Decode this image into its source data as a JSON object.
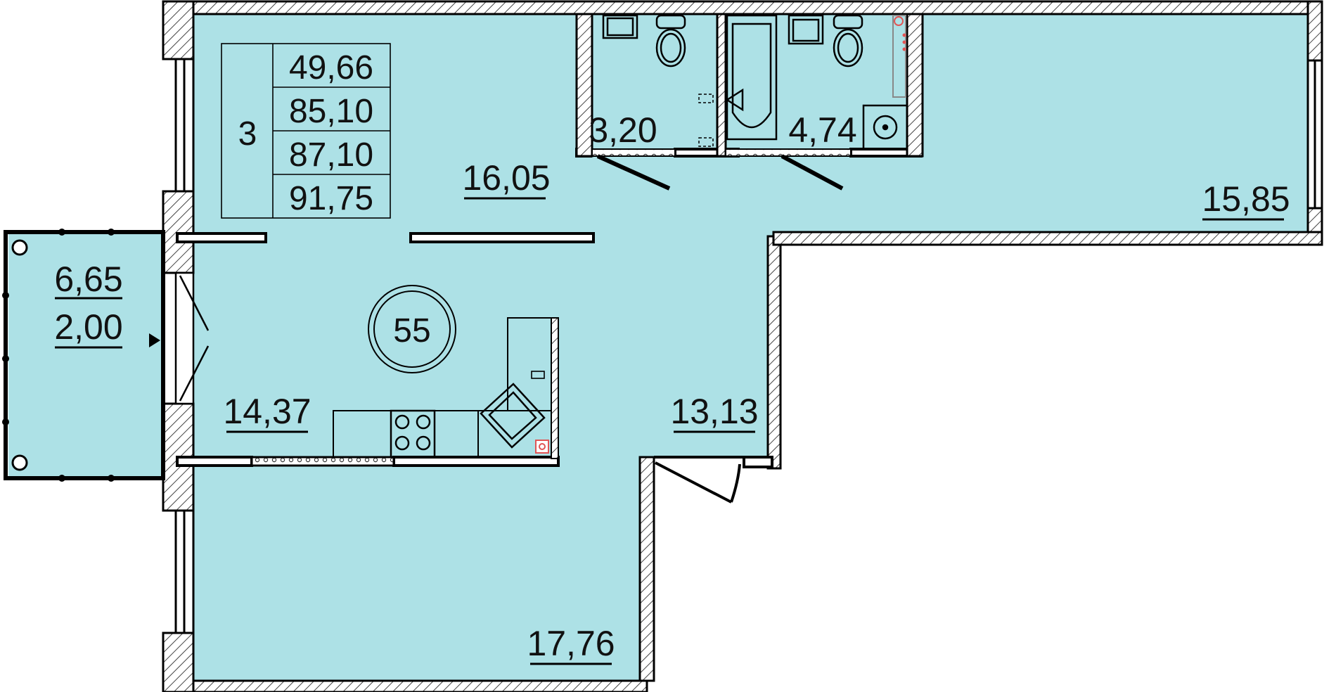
{
  "colors": {
    "floor": "#ade1e6",
    "wall": "#000000",
    "hatch": "#555555",
    "background": "#ffffff",
    "accent": "#e05555"
  },
  "summary_table": {
    "rooms": "3",
    "living_area": "49,66",
    "total_area_1": "85,10",
    "total_area_2": "87,10",
    "total_area_3": "91,75"
  },
  "flat_number": "55",
  "rooms": {
    "hall": "16,05",
    "bath_1": "3,20",
    "bath_2": "4,74",
    "bedroom_right": "15,85",
    "kitchen": "14,37",
    "corridor": "13,13",
    "bedroom_bottom": "17,76"
  },
  "balcony": {
    "area": "6,65",
    "reduced_area": "2,00"
  }
}
